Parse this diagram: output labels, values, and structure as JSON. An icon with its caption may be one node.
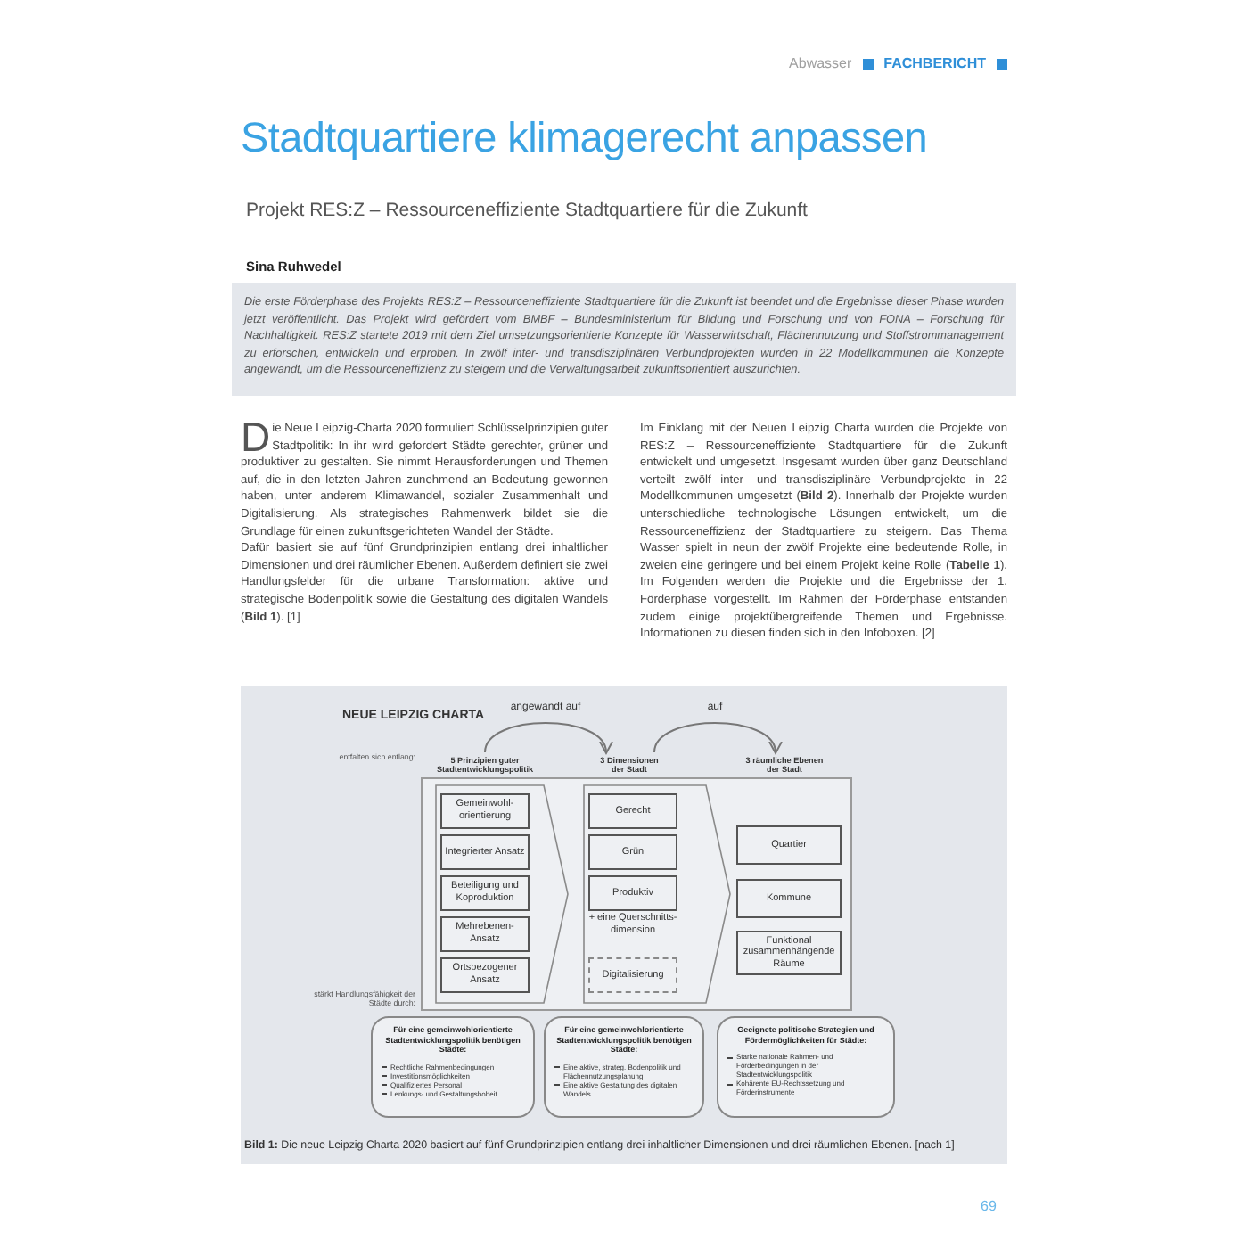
{
  "diagram": {
    "title": "Stadtquartiere klimagerecht anpassen",
    "caption": "**Bild 1:** Die neue Leipzig Charta 2020 basiert auf fünf Grundprinzipien entlang drei inhaltlicher Dimensionen und drei räumlichen Ebenen. [nach 1]",
    "nodes": [
      {
        "text": [
          "5 Prinzipien guter Stadtentwicklungspolitik"
        ]
      },
      {
        "text": [
          "3 Dimensionen der Stadt"
        ]
      },
      {
        "text": [
          "3 räumliche Ebenen der Stadt"
        ]
      },
      {
        "text": [],
        "shape": "box"
      },
      {
        "text": [],
        "shape": "chevron",
        "in": 3
      },
      {
        "text": [
          "Gemeinwohl-orientierung"
        ],
        "in": 4
      },
      {
        "text": [
          "Integrierter Ansatz"
        ],
        "in": 4
      },
      {
        "text": [
          "Beteiligung und Koproduktion"
        ],
        "in": 4
      },
      {
        "text": [
          "Mehrebenen-Ansatz"
        ],
        "in": 4
      },
      {
        "text": [
          "Ortsbezogener Ansatz"
        ],
        "in": 4
      },
      {
        "text": [
          "+ eine Querschnitts-dimension"
        ],
        "in": 3
      },
      {
        "text": [
          "Gerecht"
        ],
        "in": 10
      },
      {
        "text": [
          "Grün"
        ],
        "in": 10
      },
      {
        "text": [
          "Produktiv"
        ],
        "in": 10
      },
      {
        "text": [
          "Digitalisierung"
        ],
        "in": 10
      },
      {
        "text": [
          "Quartier"
        ],
        "in": 3
      },
      {
        "text": [
          "Kommune"
        ],
        "in": 3
      },
      {
        "text": [
          "Funktional zusammenhängende Räume"
        ],
        "in": 3
      },
      {
        "text": [
          "Für eine gemeinwohlorientierte Stadtentwicklungspolitik benötigen Städte:",
          "Rechtliche Rahmenbedingungen",
          "Investitionsmöglichkeiten",
          "Qualifiziertes Personal",
          "Lenkungs- und Gestaltungshoheit"
        ]
      },
      {
        "text": [
          "Für eine gemeinwohlorientierte Stadtentwicklungspolitik benötigen Städte:",
          "Eine aktive, strateg. Bodenpolitik und Flächennutzungsplanung",
          "Eine aktive Gestaltung des digitalen Wandels"
        ]
      },
      {
        "text": [
          "Geeignete politische Strategien und Fördermöglichkeiten für Städte:",
          "Starke nationale Rahmen- und Förderbedingungen in der Stadtentwicklungspolitik",
          "Kohärente EU-Rechtssetzung und Förderinstrumente"
        ]
      }
    ],
    "edges": [
      {
        "from": 0,
        "to": 1,
        "arrow": "to",
        "label": "angewandt auf"
      },
      {
        "from": 1,
        "to": 2,
        "arrow": "to",
        "label": "auf"
      }
    ],
    "labels": [
      "Abwasser",
      "FACHBERICHT",
      "Projekt RES:Z – Ressourceneffiziente Stadtquartiere für die Zukunft",
      "Sina Ruhwedel",
      "Die erste Förderphase des Projekts RES:Z – Ressourceneffiziente Stadtquartiere für die Zukunft ist beendet und die Ergebnisse dieser Phase wurden jetzt veröffentlicht. Das Projekt wird gefördert vom BMBF – Bundesministerium für Bildung und Forschung und von FONA – Forschung für Nachhaltigkeit. RES:Z startete 2019 mit dem Ziel umsetzungsorientierte Konzepte für Wasserwirtschaft, Flächennutzung und Stoffstrommanagement zu erforschen, entwickeln und erproben. In zwölf inter- und transdisziplinären Verbundprojekten wurden in 22 Modellkommunen die Konzepte angewandt, um die Ressourceneffizienz zu steigern und die Verwaltungsarbeit zukunftsorientiert auszurichten.",
      "Die Neue Leipzig-Charta 2020 formuliert Schlüsselprinzipien guter Stadtpolitik: In ihr wird gefordert Städte gerechter, grüner und produktiver zu gestalten. Sie nimmt Herausforderungen und Themen auf, die in den letzten Jahren zunehmend an Bedeutung gewonnen haben, unter anderem Klimawandel, sozialer Zusammenhalt und Digitalisierung. Als strategisches Rahmenwerk bildet sie die Grundlage für einen zukunftsgerichteten Wandel der Städte.",
      "Dafür basiert sie auf fünf Grundprinzipien entlang drei inhaltlicher Dimensionen und drei räumlicher Ebenen. Außerdem definiert sie zwei Handlungsfelder für die urbane Transformation: aktive und strategische Bodenpolitik sowie die Gestaltung des digitalen Wandels (**Bild 1**). [1]",
      "Im Einklang mit der Neuen Leipzig Charta wurden die Projekte von RES:Z – Ressourceneffiziente Stadtquartiere für die Zukunft entwickelt und umgesetzt. Insgesamt wurden über ganz Deutschland verteilt zwölf inter- und transdisziplinäre Verbundprojekte in 22 Modellkommunen umgesetzt (**Bild 2**). Innerhalb der Projekte wurden unterschiedliche technologische Lösungen entwickelt, um die Ressourceneffizienz der Stadtquartiere zu steigern. Das Thema Wasser spielt in neun der zwölf Projekte eine bedeutende Rolle, in zweien eine geringere und bei einem Projekt keine Rolle (**Tabelle 1**). Im Folgenden werden die Projekte und die Ergebnisse der 1. Förderphase vorgestellt. Im Rahmen der Förderphase entstanden zudem einige projektübergreifende Themen und Ergebnisse. Informationen zu diesen finden sich in den Infoboxen. [2]",
      "NEUE LEIPZIG CHARTA",
      "entfalten sich entlang:",
      "stärkt Handlungsfähigkeit der Städte durch:",
      "69"
    ]
  }
}
